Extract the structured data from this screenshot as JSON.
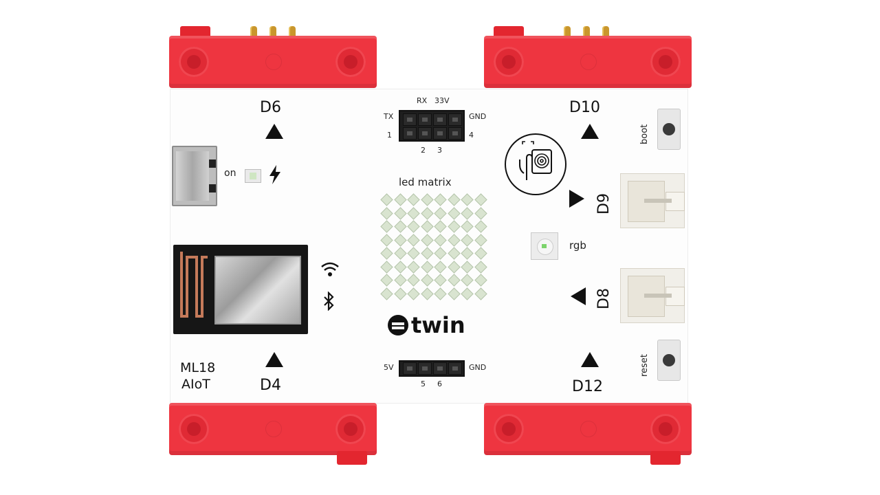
{
  "labels": {
    "d6": "D6",
    "d10": "D10",
    "d9": "D9",
    "d8": "D8",
    "d4": "D4",
    "d12": "D12",
    "on": "on",
    "led_matrix": "led matrix",
    "rgb": "rgb",
    "boot": "boot",
    "reset": "reset",
    "model_line1": "ML18",
    "model_line2": "AIoT",
    "brand": "twin"
  },
  "top_header": {
    "rx": "RX",
    "v33": "33V",
    "tx": "TX",
    "gnd": "GND",
    "left_num": "1",
    "right_num": "4",
    "bottom_nums": [
      "2",
      "3"
    ]
  },
  "bottom_header": {
    "v5": "5V",
    "gnd": "GND",
    "nums": [
      "5",
      "6"
    ]
  },
  "colors": {
    "connector_red": "#ee3540",
    "board_white": "#fdfdfd",
    "led_green": "#d9e4d0"
  },
  "icons": [
    "wifi-icon",
    "bluetooth-icon",
    "lightning-icon",
    "touch-sensor-icon"
  ]
}
